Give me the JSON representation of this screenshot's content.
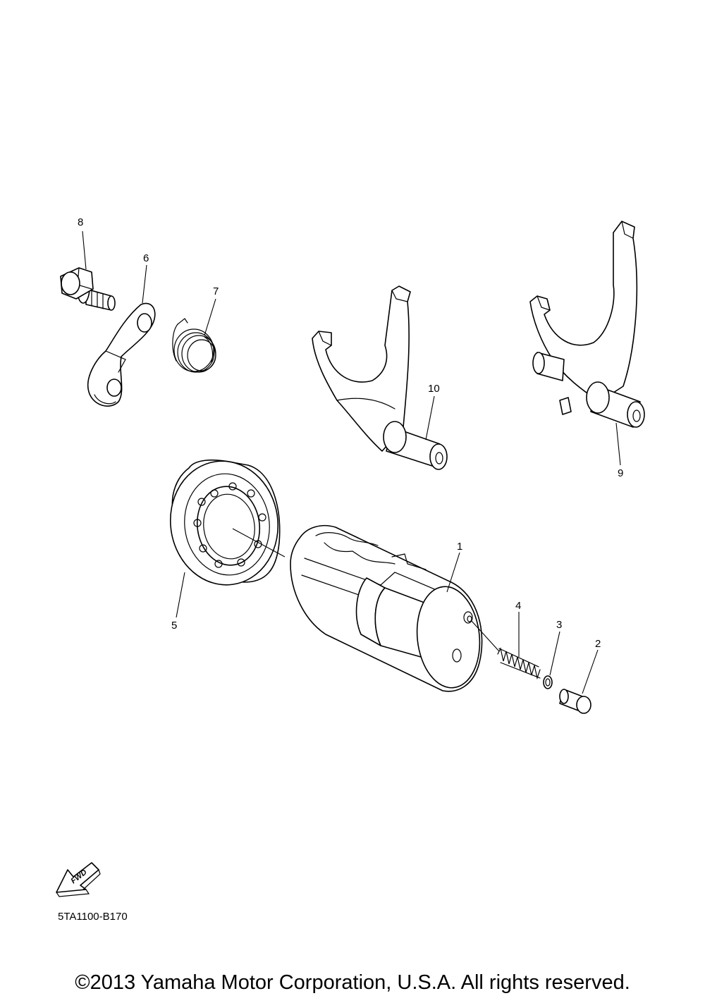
{
  "diagram": {
    "callouts": [
      {
        "id": "1",
        "label": "1"
      },
      {
        "id": "2",
        "label": "2"
      },
      {
        "id": "3",
        "label": "3"
      },
      {
        "id": "4",
        "label": "4"
      },
      {
        "id": "5",
        "label": "5"
      },
      {
        "id": "6",
        "label": "6"
      },
      {
        "id": "7",
        "label": "7"
      },
      {
        "id": "8",
        "label": "8"
      },
      {
        "id": "9",
        "label": "9"
      },
      {
        "id": "10",
        "label": "10"
      }
    ],
    "fwd_label": "FWD",
    "code": "5TA1100-B170"
  },
  "footer": {
    "copyright": "©2013 Yamaha Motor Corporation, U.S.A. All rights reserved."
  }
}
